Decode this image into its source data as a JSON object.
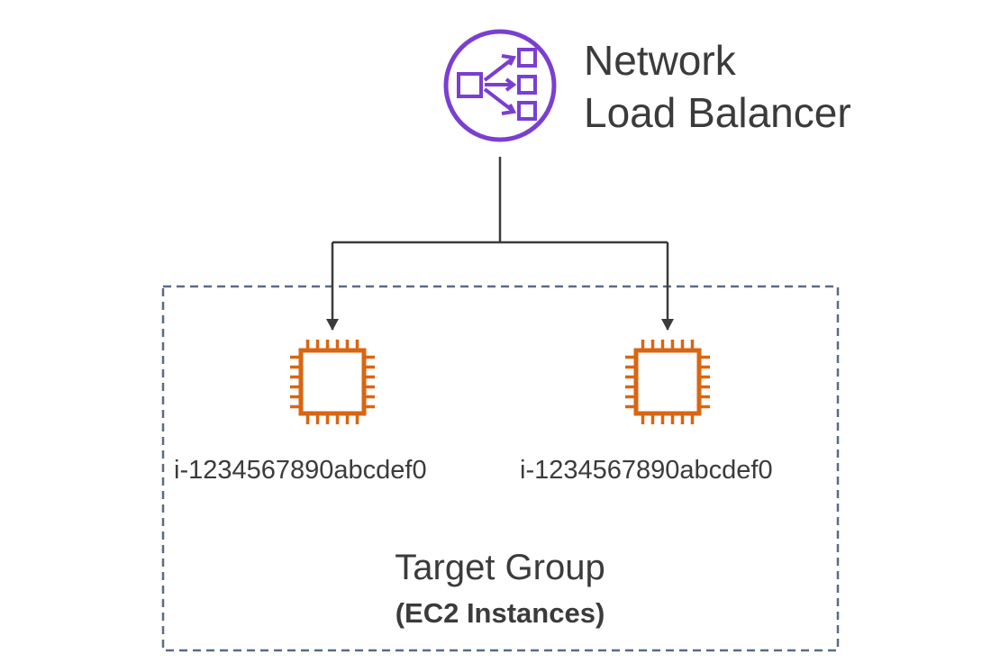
{
  "load_balancer": {
    "title_line1": "Network",
    "title_line2": "Load Balancer",
    "icon": "load-balancer-icon",
    "color": "#7a3fd1"
  },
  "target_group": {
    "title": "Target Group",
    "subtitle": "(EC2 Instances)",
    "border_color": "#5a6b86"
  },
  "instances": [
    {
      "id": "i-1234567890abcdef0",
      "icon": "ec2-instance-icon"
    },
    {
      "id": "i-1234567890abcdef0",
      "icon": "ec2-instance-icon"
    }
  ],
  "colors": {
    "instance": "#d86613",
    "connector": "#3b3b3b"
  }
}
